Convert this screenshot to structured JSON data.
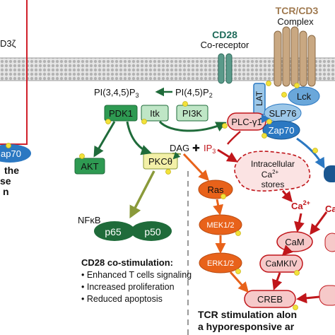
{
  "left_panel": {
    "cd3_text": "D3ζ",
    "zap_text": "ap70",
    "caption_lines": [
      "the",
      "se",
      "n"
    ]
  },
  "receptors": {
    "tcr_title": "TCR/CD3",
    "tcr_subtitle": "Complex",
    "cd28_title": "CD28",
    "cd28_subtitle": "Co-receptor"
  },
  "lipids": {
    "pip3": "PI(3,4,5)P",
    "pip3_sub": "3",
    "pip2": "PI(4,5)P",
    "pip2_sub": "2"
  },
  "nodes": {
    "pdk1": "PDK1",
    "itk": "Itk",
    "pi3k": "PI3K",
    "lat": "LAT",
    "lck": "Lck",
    "slp76": "SLP76",
    "plcg1": "PLC-γ1",
    "zap70": "Zap70",
    "akt": "AKT",
    "pkc": "PKCθ",
    "nfkb": "NFκB",
    "p65": "p65",
    "p50": "p50",
    "dag": "DAG",
    "plus": "✚",
    "ip3": "IP",
    "ip3_sub": "3",
    "ras": "Ras",
    "mek": "MEK1/2",
    "erk": "ERK1/2",
    "creb": "CREB",
    "ca_line1": "Intracellular",
    "ca_line2": "Ca",
    "ca_line2_sup": "2+",
    "ca_line3": "stores",
    "ca_ion": "Ca",
    "ca_ion_sup": "2+",
    "ca_right": "Ca",
    "cam": "CaM",
    "camkiv": "CaMKIV"
  },
  "cd28_box": {
    "title": "CD28 co-stimulation:",
    "bullets": [
      "• Enhanced T cells signaling",
      "• Increased proliferation",
      "• Reduced apoptosis"
    ]
  },
  "tcr_box": {
    "line1": "TCR stimulation alon",
    "line2": "a hyporesponsive ar"
  },
  "colors": {
    "green_dark": "#1f6b3a",
    "green_node": "#2e9a52",
    "green_light": "#bfe6c6",
    "orange": "#e8621a",
    "red": "#c0161b",
    "blue": "#2b78c2",
    "blue_light": "#9cc7e8",
    "tan": "#c9a882",
    "pkc_fill": "#f3f0a8",
    "olive": "#8a9a3a"
  }
}
